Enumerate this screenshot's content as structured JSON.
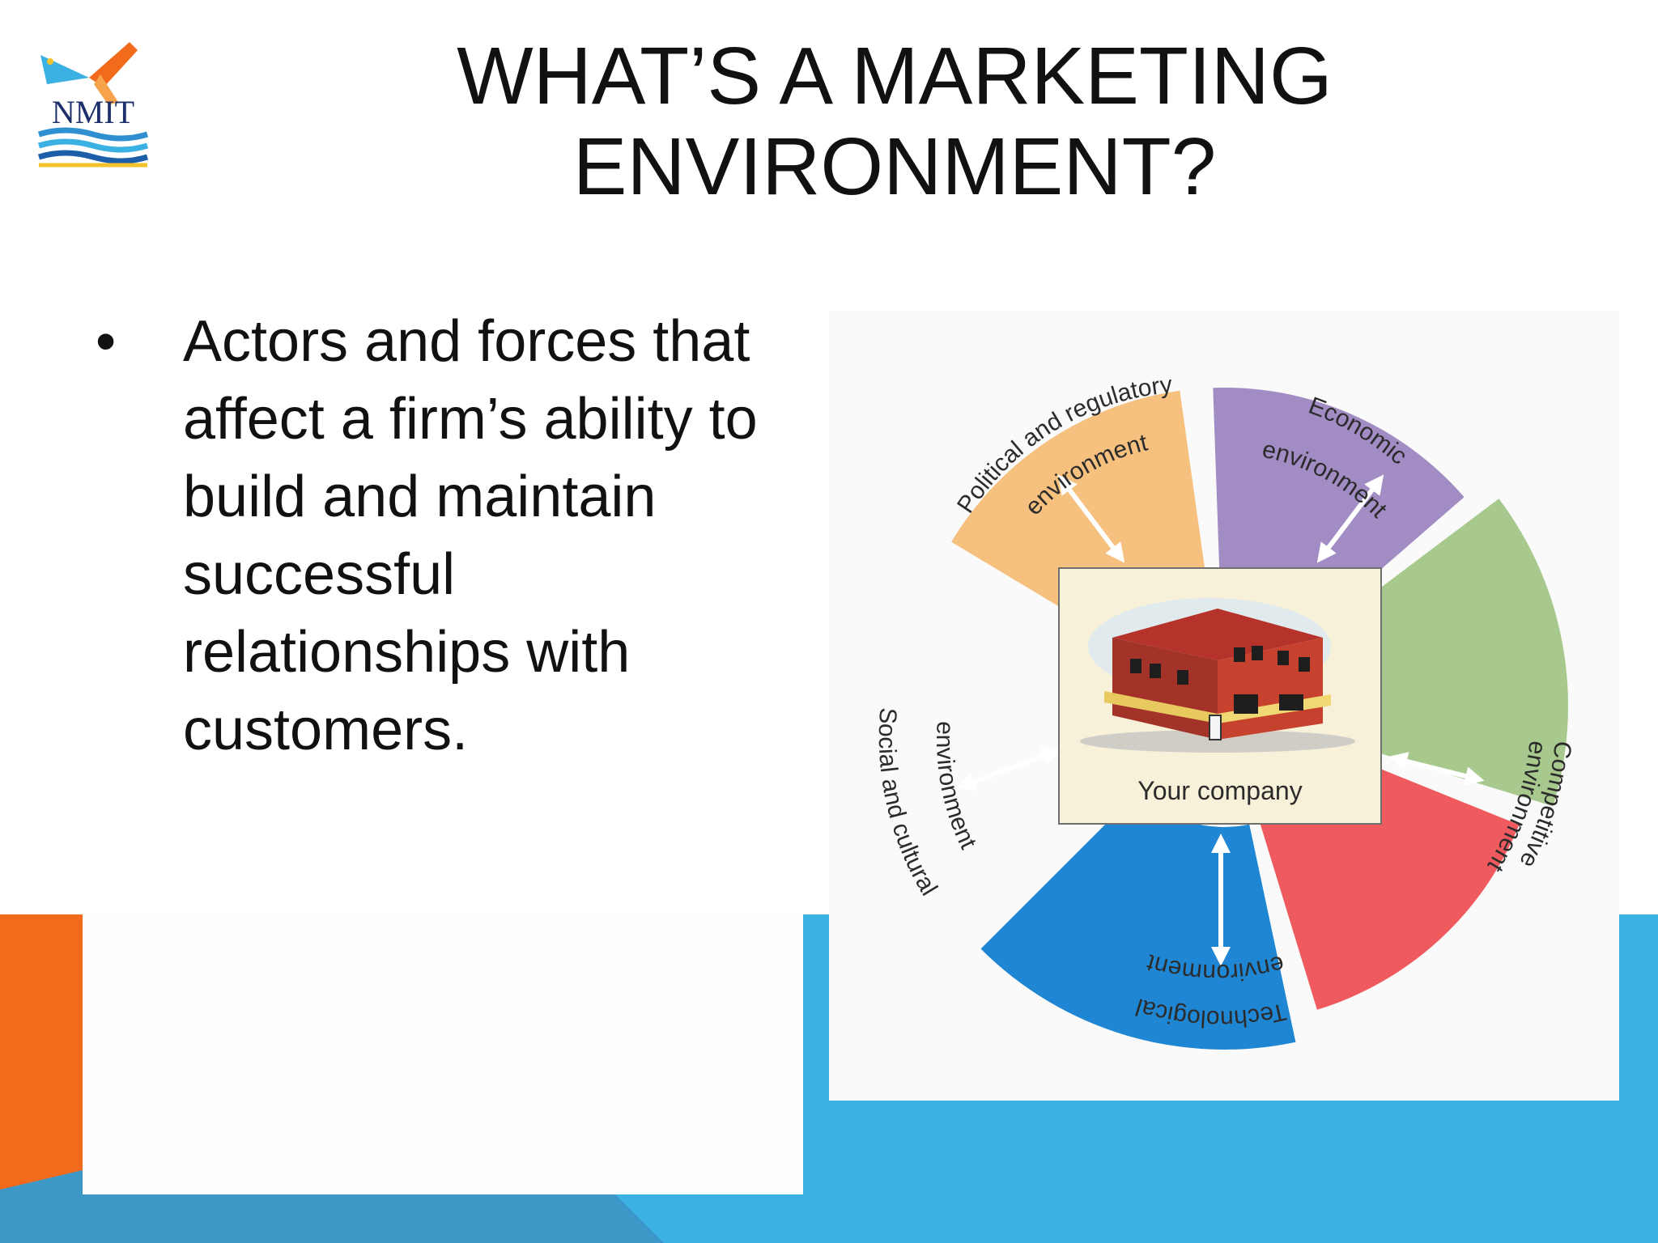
{
  "slide": {
    "title": "WHAT’S A MARKETING\nENVIRONMENT?",
    "bullet": {
      "symbol": "•",
      "text": "Actors and forces that affect a firm’s ability to build and maintain successful relationships with customers."
    },
    "logo": {
      "text": "NMIT"
    }
  },
  "diagram": {
    "center_label": "Your company",
    "segments": [
      {
        "id": "political",
        "line1": "Political and regulatory",
        "line2": "environment",
        "color": "#f6c07f"
      },
      {
        "id": "economic",
        "line1": "Economic",
        "line2": "environment",
        "color": "#a18cc4"
      },
      {
        "id": "competitive",
        "line1": "Competitive",
        "line2": "environment",
        "color": "#a7c98d"
      },
      {
        "id": "technological",
        "line1": "Technological",
        "line2": "environment",
        "color": "#ee5a5d"
      },
      {
        "id": "social",
        "line1": "Social and cultural",
        "line2": "environment",
        "color": "#1f86d4"
      }
    ]
  },
  "colors": {
    "accent_orange": "#f26a1b",
    "accent_blue": "#3bb0e2",
    "accent_blue_dark": "#3d98c8"
  }
}
